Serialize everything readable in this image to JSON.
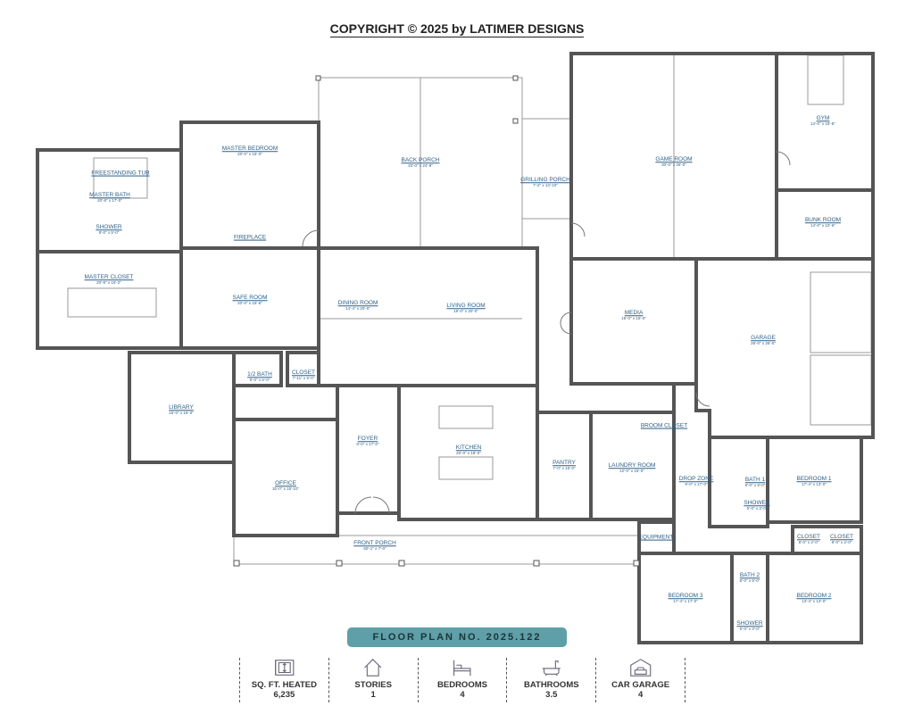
{
  "header": {
    "copyright": "COPYRIGHT © 2025 by LATIMER DESIGNS"
  },
  "rooms": [
    {
      "name": "MASTER BATH",
      "dim": "20'-8\" x 17'-0\""
    },
    {
      "name": "FREESTANDING TUB",
      "dim": ""
    },
    {
      "name": "SHOWER",
      "dim": "8'-0\" x 5'-0\""
    },
    {
      "name": "MASTER BEDROOM",
      "dim": "20'-0\" x 15'-0\""
    },
    {
      "name": "FIREPLACE",
      "dim": ""
    },
    {
      "name": "MASTER CLOSET",
      "dim": "20'-8\" x 15'-2\""
    },
    {
      "name": "SAFE ROOM",
      "dim": "20'-0\" x 15'-6\""
    },
    {
      "name": "BACK PORCH",
      "dim": "33'-0\" x 24'-8\""
    },
    {
      "name": "GRILLING PORCH",
      "dim": "7'-2\" x 13'-10\""
    },
    {
      "name": "GAME ROOM",
      "dim": "30'-0\" x 26'-0\""
    },
    {
      "name": "GYM",
      "dim": "14'-0\" x 18'-8\""
    },
    {
      "name": "BUNK ROOM",
      "dim": "14'-0\" x 10'-6\""
    },
    {
      "name": "DINING ROOM",
      "dim": "14'-4\" x 20'-0\""
    },
    {
      "name": "LIVING ROOM",
      "dim": "19'-0\" x 20'-0\""
    },
    {
      "name": "MEDIA",
      "dim": "15'-0\" x 15'-0\""
    },
    {
      "name": "GARAGE",
      "dim": "26'-0\" x 26'-0\""
    },
    {
      "name": "1/2 BATH",
      "dim": "8'-0\" x 5'-0\""
    },
    {
      "name": "CLOSET",
      "dim": "7'-11\" x 5'-0\""
    },
    {
      "name": "LIBRARY",
      "dim": "15'-0\" x 16'-0\""
    },
    {
      "name": "FOYER",
      "dim": "8'-0\" x 17'-0\""
    },
    {
      "name": "KITCHEN",
      "dim": "20'-0\" x 18'-0\""
    },
    {
      "name": "PANTRY",
      "dim": "7'-0\" x 15'-0\""
    },
    {
      "name": "LAUNDRY ROOM",
      "dim": "12'-0\" x 15'-0\""
    },
    {
      "name": "BROOM CLOSET",
      "dim": ""
    },
    {
      "name": "DROP ZONE",
      "dim": "9'-0\" x 17'-0\""
    },
    {
      "name": "BATH 1",
      "dim": "9'-0\" x 9'-0\""
    },
    {
      "name": "BEDROOM 1",
      "dim": "17'-4\" x 13'-0\""
    },
    {
      "name": "OFFICE",
      "dim": "15'-0\" x 15'-10\""
    },
    {
      "name": "FRONT PORCH",
      "dim": "60'-1\" x 7'-0\""
    },
    {
      "name": "EQUIPMENT",
      "dim": ""
    },
    {
      "name": "CLOSET",
      "dim": "8'-0\" x 2'-0\""
    },
    {
      "name": "CLOSET",
      "dim": "8'-0\" x 2'-0\""
    },
    {
      "name": "BEDROOM 3",
      "dim": "17'-4\" x 17'-0\""
    },
    {
      "name": "BATH 2",
      "dim": "8'-0\" x 9'-0\""
    },
    {
      "name": "BEDROOM 2",
      "dim": "13'-4\" x 13'-0\""
    },
    {
      "name": "SHOWER",
      "dim": "5'-0\" x 3'-0\""
    },
    {
      "name": "SHOWER",
      "dim": "5'-0\" x 3'-0\""
    }
  ],
  "banner": {
    "label": "FLOOR PLAN NO. 2025.122"
  },
  "stats": [
    {
      "icon": "blueprint-icon",
      "label": "SQ. FT. HEATED",
      "value": "6,235"
    },
    {
      "icon": "house-icon",
      "label": "STORIES",
      "value": "1"
    },
    {
      "icon": "bed-icon",
      "label": "BEDROOMS",
      "value": "4"
    },
    {
      "icon": "bathtub-icon",
      "label": "BATHROOMS",
      "value": "3.5"
    },
    {
      "icon": "garage-icon",
      "label": "CAR GARAGE",
      "value": "4"
    }
  ],
  "colors": {
    "wall": "#555555",
    "label": "#2e5f86",
    "banner": "#5e9fa8"
  }
}
